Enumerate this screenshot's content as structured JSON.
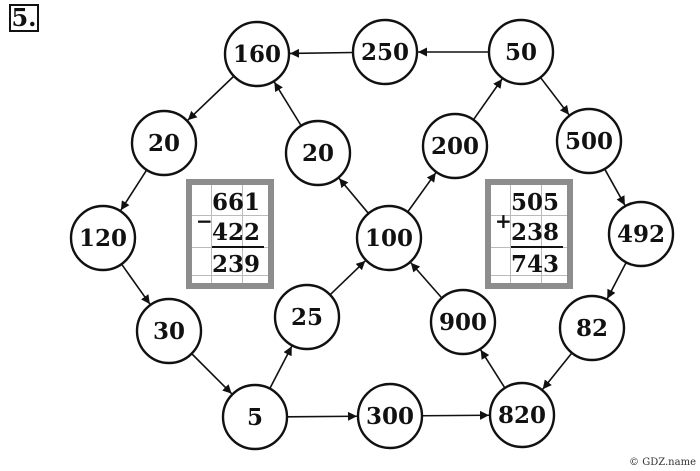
{
  "task_number": "5.",
  "nodes": [
    {
      "id": "n160",
      "label": "160"
    },
    {
      "id": "n250",
      "label": "250"
    },
    {
      "id": "n50",
      "label": "50"
    },
    {
      "id": "n20a",
      "label": "20"
    },
    {
      "id": "n20b",
      "label": "20"
    },
    {
      "id": "n200",
      "label": "200"
    },
    {
      "id": "n500",
      "label": "500"
    },
    {
      "id": "n120",
      "label": "120"
    },
    {
      "id": "n100",
      "label": "100"
    },
    {
      "id": "n492",
      "label": "492"
    },
    {
      "id": "n30",
      "label": "30"
    },
    {
      "id": "n25",
      "label": "25"
    },
    {
      "id": "n900",
      "label": "900"
    },
    {
      "id": "n82",
      "label": "82"
    },
    {
      "id": "n5",
      "label": "5"
    },
    {
      "id": "n300",
      "label": "300"
    },
    {
      "id": "n820",
      "label": "820"
    }
  ],
  "edges": [
    {
      "from": "n50",
      "to": "n250"
    },
    {
      "from": "n250",
      "to": "n160"
    },
    {
      "from": "n160",
      "to": "n20a"
    },
    {
      "from": "n20a",
      "to": "n120"
    },
    {
      "from": "n120",
      "to": "n30"
    },
    {
      "from": "n30",
      "to": "n5"
    },
    {
      "from": "n5",
      "to": "n25"
    },
    {
      "from": "n25",
      "to": "n100"
    },
    {
      "from": "n100",
      "to": "n20b"
    },
    {
      "from": "n20b",
      "to": "n160"
    },
    {
      "from": "n100",
      "to": "n200"
    },
    {
      "from": "n200",
      "to": "n50"
    },
    {
      "from": "n50",
      "to": "n500"
    },
    {
      "from": "n500",
      "to": "n492"
    },
    {
      "from": "n492",
      "to": "n82"
    },
    {
      "from": "n82",
      "to": "n820"
    },
    {
      "from": "n820",
      "to": "n900"
    },
    {
      "from": "n900",
      "to": "n100"
    },
    {
      "from": "n5",
      "to": "n300"
    },
    {
      "from": "n300",
      "to": "n820"
    }
  ],
  "calculations": [
    {
      "operator": "−",
      "operand1": "661",
      "operand2": "422",
      "result": "239"
    },
    {
      "operator": "+",
      "operand1": "505",
      "operand2": "238",
      "result": "743"
    }
  ],
  "watermark": "© GDZ.name",
  "colors": {
    "ink": "#111111",
    "frame": "#8d8d8d",
    "background": "#ffffff"
  }
}
